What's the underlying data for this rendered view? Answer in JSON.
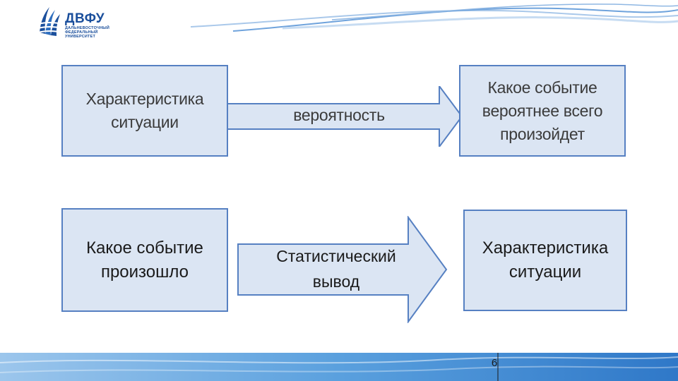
{
  "header": {
    "logo_name": "ДВФУ",
    "logo_sub": [
      "ДАЛЬНЕВОСТОЧНЫЙ",
      "ФЕДЕРАЛЬНЫЙ",
      "УНИВЕРСИТЕТ"
    ]
  },
  "diagram": {
    "top_row": {
      "left_box": [
        "Характеристика",
        "ситуации"
      ],
      "arrow_label": "вероятность",
      "right_box": [
        "Какое событие",
        "вероятнее всего",
        "произойдет"
      ]
    },
    "bottom_row": {
      "left_box": [
        "Какое событие",
        "произошло"
      ],
      "arrow_label": [
        "Статистический",
        "вывод"
      ],
      "right_box": [
        "Характеристика",
        "ситуации"
      ]
    }
  },
  "footer": {
    "page_number": "6"
  },
  "colors": {
    "box_fill": "#dbe5f3",
    "box_border": "#5680c2",
    "brand_blue": "#1b4f9c",
    "footer_blue": "#4a8fd4"
  }
}
